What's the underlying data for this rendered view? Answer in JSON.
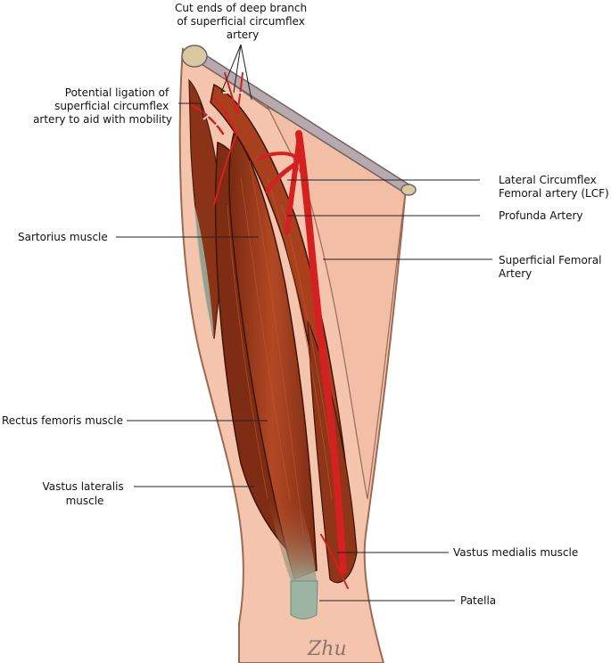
{
  "figure": {
    "labels": {
      "cut_ends": [
        "Cut ends of deep branch",
        "of superficial circumflex",
        "artery"
      ],
      "ligation": [
        "Potential ligation of",
        "superficial circumflex",
        "artery to aid with mobility"
      ],
      "sartorius": "Sartorius muscle",
      "lcf": [
        "Lateral Circumflex",
        "Femoral artery (LCF)"
      ],
      "profunda": "Profunda Artery",
      "sfa": [
        "Superficial Femoral",
        "Artery"
      ],
      "rectus": "Rectus femoris muscle",
      "vastus_lateralis": [
        "Vastus lateralis",
        "muscle"
      ],
      "vastus_medialis": "Vastus medialis muscle",
      "patella": "Patella"
    },
    "signature": "Zhu"
  },
  "colors": {
    "skin": "#f5c4ad",
    "skin_outline": "#9a6a55",
    "muscle_dark": "#7a2a12",
    "muscle": "#a8401e",
    "muscle_light": "#c25a2c",
    "artery": "#d42020",
    "tendon": "#9cb5a3",
    "bone": "#b8a9ad",
    "bone_end": "#d9c8a0"
  }
}
